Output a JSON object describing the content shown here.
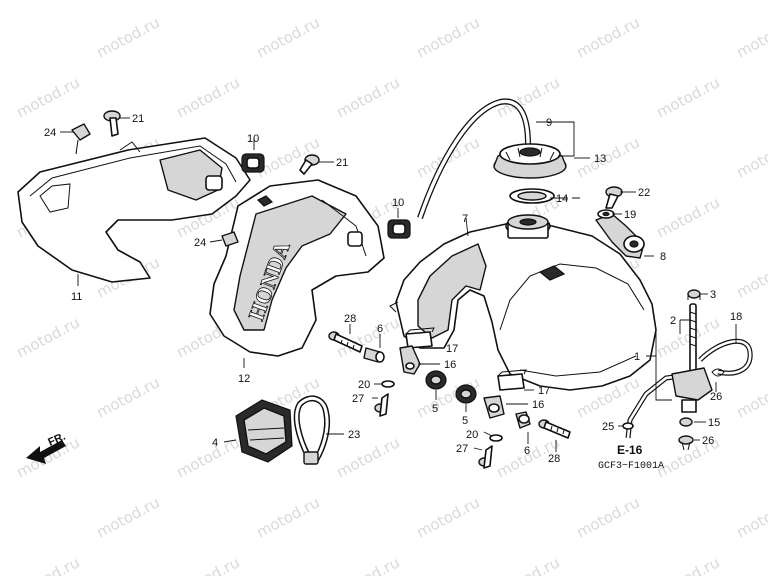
{
  "watermark": "motod.ru",
  "diagram_code": "GCF3−F1001A",
  "reference": "E-16",
  "front_label": "FR.",
  "brand_text": "HONDA",
  "callouts": [
    {
      "id": "c24a",
      "text": "24"
    },
    {
      "id": "c21a",
      "text": "21"
    },
    {
      "id": "c10a",
      "text": "10"
    },
    {
      "id": "c21b",
      "text": "21"
    },
    {
      "id": "c9",
      "text": "9"
    },
    {
      "id": "c13",
      "text": "13"
    },
    {
      "id": "c14",
      "text": "14"
    },
    {
      "id": "c22",
      "text": "22"
    },
    {
      "id": "c19",
      "text": "19"
    },
    {
      "id": "c7",
      "text": "7"
    },
    {
      "id": "c10b",
      "text": "10"
    },
    {
      "id": "c24b",
      "text": "24"
    },
    {
      "id": "c8",
      "text": "8"
    },
    {
      "id": "c11",
      "text": "11"
    },
    {
      "id": "c3",
      "text": "3"
    },
    {
      "id": "c2",
      "text": "2"
    },
    {
      "id": "c18",
      "text": "18"
    },
    {
      "id": "c28a",
      "text": "28"
    },
    {
      "id": "c6a",
      "text": "6"
    },
    {
      "id": "c17a",
      "text": "17"
    },
    {
      "id": "c16a",
      "text": "16"
    },
    {
      "id": "c1",
      "text": "1"
    },
    {
      "id": "c26a",
      "text": "26"
    },
    {
      "id": "c12",
      "text": "12"
    },
    {
      "id": "c20a",
      "text": "20"
    },
    {
      "id": "c27a",
      "text": "27"
    },
    {
      "id": "c5a",
      "text": "5"
    },
    {
      "id": "c17b",
      "text": "17"
    },
    {
      "id": "c16b",
      "text": "16"
    },
    {
      "id": "c5b",
      "text": "5"
    },
    {
      "id": "c25",
      "text": "25"
    },
    {
      "id": "c15",
      "text": "15"
    },
    {
      "id": "c4",
      "text": "4"
    },
    {
      "id": "c23",
      "text": "23"
    },
    {
      "id": "c20b",
      "text": "20"
    },
    {
      "id": "c6b",
      "text": "6"
    },
    {
      "id": "c26b",
      "text": "26"
    },
    {
      "id": "c27b",
      "text": "27"
    },
    {
      "id": "c28b",
      "text": "28"
    }
  ]
}
